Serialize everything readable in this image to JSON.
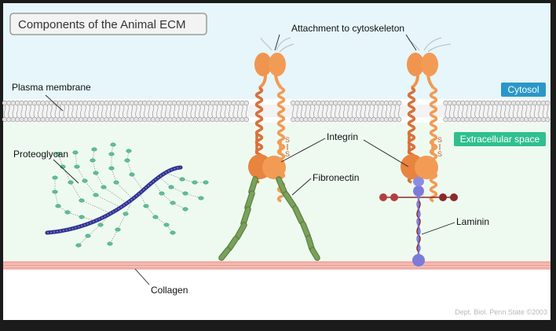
{
  "title": "Components of the Animal ECM",
  "labels": {
    "attachment": "Attachment to cytoskeleton",
    "plasma_membrane": "Plasma membrane",
    "cytosol": "Cytosol",
    "extracellular": "Extracellular space",
    "proteoglycan": "Proteoglycan",
    "integrin": "Integrin",
    "fibronectin": "Fibronectin",
    "laminin": "Laminin",
    "collagen": "Collagen",
    "credit": "Dept. Biol. Penn State ©2003",
    "disulfide_s": "S"
  },
  "colors": {
    "cytosol_bg": "#e6f6fa",
    "ecm_bg": "#eefaf0",
    "membrane_head": "#e4e4e4",
    "integrin": "#f29b55",
    "fibronectin": "#7aa05a",
    "collagen": "#f4b7b0",
    "proteoglycan_core": "#2e2f8a",
    "glycan_bead": "#5fbf9a",
    "laminin_blue": "#7d7bd8",
    "laminin_red": "#8b2a2a",
    "cytosol_badge": "#2a97c8",
    "ecm_badge": "#2fbf8f"
  }
}
